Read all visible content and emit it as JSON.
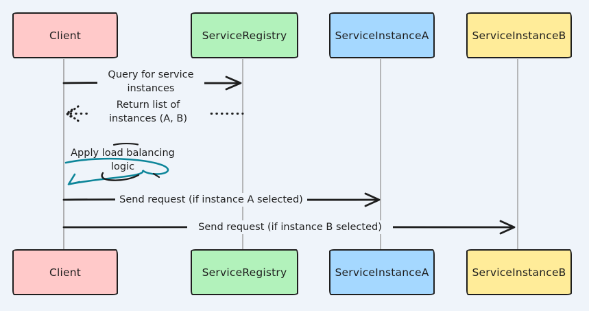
{
  "canvas": {
    "background": "#eff4fa",
    "stroke_color": "#1e1e1e",
    "lifeline_color": "#9d9d9d",
    "self_arrow_color": "#0c8599"
  },
  "actors": [
    {
      "name": "Client",
      "fill": "#ffc9c9"
    },
    {
      "name": "ServiceRegistry",
      "fill": "#b2f2bb"
    },
    {
      "name": "ServiceInstanceA",
      "fill": "#a5d8ff"
    },
    {
      "name": "ServiceInstanceB",
      "fill": "#ffec99"
    }
  ],
  "messages": [
    {
      "from": "Client",
      "to": "ServiceRegistry",
      "arrow": "solid-right",
      "line1": "Query for service",
      "line2": "instances"
    },
    {
      "from": "ServiceRegistry",
      "to": "Client",
      "arrow": "dotted-left",
      "line1": "Return list of",
      "line2": "instances (A, B)"
    },
    {
      "from": "Client",
      "to": "Client",
      "arrow": "self-loop",
      "line1": "Apply load balancing",
      "line2": "logic"
    },
    {
      "from": "Client",
      "to": "ServiceInstanceA",
      "arrow": "solid-right",
      "line1": "Send request (if instance A selected)",
      "line2": ""
    },
    {
      "from": "Client",
      "to": "ServiceInstanceB",
      "arrow": "solid-right",
      "line1": "Send request (if instance B selected)",
      "line2": ""
    }
  ]
}
